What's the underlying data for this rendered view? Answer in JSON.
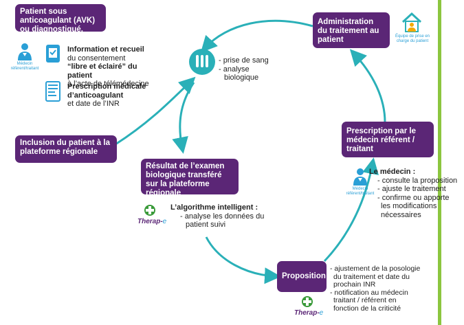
{
  "boxes": {
    "patient": "Patient sous anticoagulant (AVK) ou diagnostiqué.",
    "inclusion": "Inclusion du patient à la plateforme régionale",
    "resultat": "Résultat de l’examen biologique transféré sur la plateforme régionale",
    "administration": "Administration du traitement au patient",
    "prescription_medecin": "Prescription par le médecin référent / traitant",
    "proposition": "Proposition"
  },
  "left": {
    "medecin_label": "Médecin référent/traitant",
    "info_title": "Information et recueil",
    "info_line2": "du consentement",
    "info_quote": "“libre et éclairé” du patient",
    "info_line4": "à l’acte de télémédecine",
    "presc_title": "Prescription médicale",
    "presc_title2": "d’anticoagulant",
    "presc_line3": "et date de l’INR"
  },
  "center": {
    "item1": "- prise de sang",
    "item2": "- analyse",
    "item3": "biologique"
  },
  "top_right": {
    "equipe_label": "Équipe de prise en charge du patient"
  },
  "algo": {
    "title": "L’algorithme intelligent :",
    "item1": "- analyse les données du",
    "item2": "patient suivi",
    "brand": "Therap-",
    "brand_e": "e"
  },
  "right": {
    "medecin_label": "Médecin référent/traitant",
    "title": "Le médecin :",
    "item1": "- consulte la proposition",
    "item2": "- ajuste le traitement",
    "item3": "- confirme ou apporte",
    "item4": "les modifications",
    "item5": "nécessaires"
  },
  "proposition_notes": {
    "item1": "- ajustement de la posologie",
    "item2": "du traitement et date du",
    "item3": "prochain INR",
    "item4": "- notification au médecin",
    "item5": "traitant / référent en",
    "item6": "fonction de la criticité",
    "brand": "Therap-",
    "brand_e": "e"
  },
  "colors": {
    "box": "#5b2676",
    "arrow": "#2ab0b8",
    "icon": "#2a9fd6",
    "bar": "#8cc63f"
  }
}
